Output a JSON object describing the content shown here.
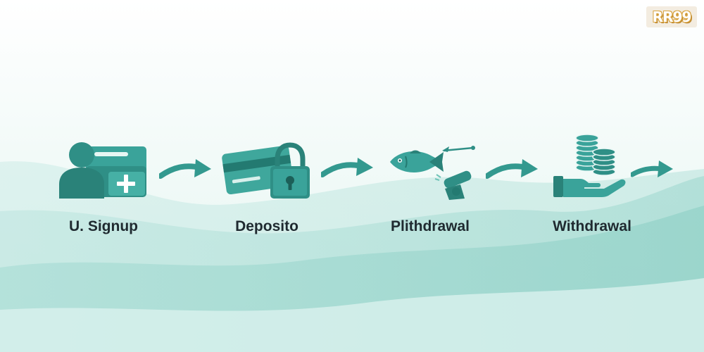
{
  "logo": {
    "text": "RR99"
  },
  "steps": [
    {
      "label": "U. Signup",
      "icon": "user-signup-icon"
    },
    {
      "label": "Deposito",
      "icon": "card-lock-icon"
    },
    {
      "label": "Plithdrawal",
      "icon": "fish-cannon-icon"
    },
    {
      "label": "Withdrawal",
      "icon": "hand-coins-icon"
    }
  ],
  "colors": {
    "teal_dark": "#2f8f86",
    "teal_mid": "#4fb3a8",
    "teal_light": "#a8dcd4",
    "text": "#1f2a30"
  }
}
